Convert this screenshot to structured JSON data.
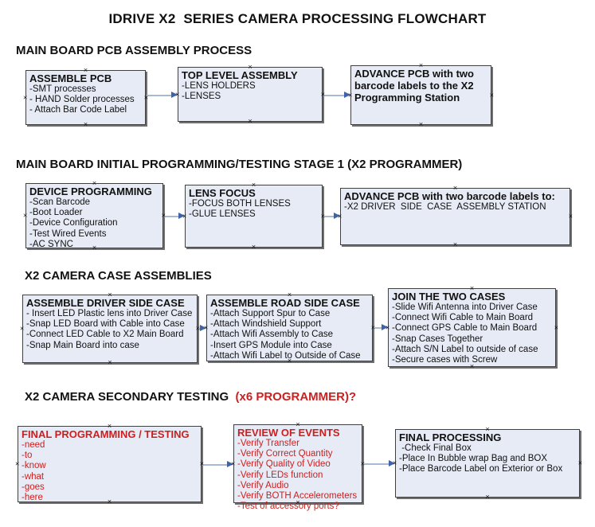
{
  "title": "IDRIVE X2  SERIES CAMERA PROCESSING FLOWCHART",
  "colors": {
    "box_fill": "#e6ebf5",
    "box_border": "#404040",
    "box_shadow": "#6f6f6f",
    "arrow_line": "#a7bad2",
    "arrow_head": "#3f62a8",
    "red_text": "#cc1f1f"
  },
  "sections": [
    {
      "heading": "MAIN BOARD PCB ASSEMBLY PROCESS",
      "boxes": [
        {
          "title": "ASSEMBLE PCB",
          "items": [
            "-SMT processes",
            "- HAND Solder processes",
            "- Attach Bar Code Label"
          ]
        },
        {
          "title": "TOP LEVEL ASSEMBLY",
          "items": [
            "-LENS HOLDERS",
            "-LENSES"
          ]
        },
        {
          "title": "ADVANCE PCB with two barcode labels to the  X2 Programming Station",
          "items": []
        }
      ]
    },
    {
      "heading": "MAIN BOARD INITIAL PROGRAMMING/TESTING STAGE 1 (X2 PROGRAMMER)",
      "boxes": [
        {
          "title": "DEVICE PROGRAMMING",
          "items": [
            "-Scan Barcode",
            "-Boot Loader",
            "-Device Configuration",
            "-Test Wired Events",
            "-AC SYNC"
          ]
        },
        {
          "title": "LENS FOCUS",
          "items": [
            "-FOCUS BOTH LENSES",
            "-GLUE LENSES"
          ]
        },
        {
          "title": "ADVANCE PCB with two barcode labels to:",
          "items": [
            "-X2 DRIVER  SIDE  CASE  ASSEMBLY STATION"
          ]
        }
      ]
    },
    {
      "heading": "X2 CAMERA CASE ASSEMBLIES",
      "boxes": [
        {
          "title": "ASSEMBLE DRIVER SIDE CASE",
          "items": [
            "- Insert LED Plastic lens into Driver Case",
            "-Snap LED Board with Cable into Case",
            "-Connect LED Cable to X2 Main Board",
            "-Snap Main Board into case"
          ]
        },
        {
          "title": "ASSEMBLE ROAD SIDE CASE",
          "items": [
            "-Attach Support Spur to Case",
            "-Attach Windshield Support",
            "-Attach Wifi Assembly to Case",
            "-Insert GPS Module into Case",
            "-Attach Wifi Label to Outside of Case"
          ]
        },
        {
          "title": "JOIN THE TWO CASES",
          "items": [
            "-Slide Wifi Antenna into Driver Case",
            "-Connect Wifi Cable to Main Board",
            "-Connect GPS Cable to Main Board",
            "-Snap Cases Together",
            "-Attach S/N Label to outside of case",
            "-Secure cases with Screw"
          ]
        }
      ]
    },
    {
      "heading": "X2 CAMERA SECONDARY TESTING ",
      "heading_red": " (x6 PROGRAMMER)?",
      "boxes": [
        {
          "title": "FINAL PROGRAMMING / TESTING",
          "items": [
            "-need",
            "-to",
            "-know",
            "-what",
            "-goes",
            "-here"
          ]
        },
        {
          "title": "REVIEW OF EVENTS",
          "items": [
            "-Verify Transfer",
            "-Verify Correct Quantity",
            "-Verify Quality of Video",
            "-Verify LEDs function",
            "-Verify Audio",
            "-Verify BOTH Accelerometers",
            "-Test of accessory ports?"
          ]
        },
        {
          "title": "FINAL PROCESSING",
          "items": [
            " -Check Final Box",
            "-Place In Bubble wrap Bag and BOX",
            "-Place Barcode Label on Exterior or Box"
          ]
        }
      ]
    }
  ]
}
